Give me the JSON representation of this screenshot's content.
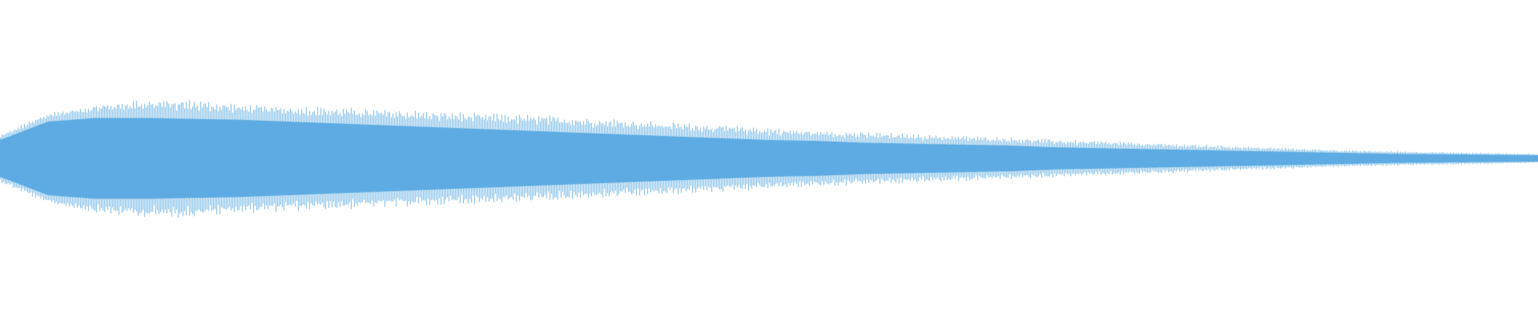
{
  "waveform": {
    "color": "#5dabe2",
    "background": "#ffffff",
    "shape": "decaying-tone",
    "peak_envelope": [
      0.26,
      0.5,
      0.6,
      0.66,
      0.65,
      0.6,
      0.58,
      0.56,
      0.54,
      0.52,
      0.5,
      0.48,
      0.46,
      0.43,
      0.4,
      0.37,
      0.34,
      0.31,
      0.29,
      0.27,
      0.25,
      0.23,
      0.21,
      0.19,
      0.17,
      0.15,
      0.13,
      0.11,
      0.09,
      0.08,
      0.07,
      0.06,
      0.05
    ],
    "body_envelope": [
      0.2,
      0.4,
      0.44,
      0.44,
      0.43,
      0.42,
      0.4,
      0.38,
      0.36,
      0.34,
      0.32,
      0.3,
      0.28,
      0.26,
      0.24,
      0.22,
      0.2,
      0.19,
      0.17,
      0.16,
      0.15,
      0.14,
      0.12,
      0.11,
      0.1,
      0.09,
      0.08,
      0.07,
      0.06,
      0.05,
      0.045,
      0.04,
      0.035
    ]
  }
}
